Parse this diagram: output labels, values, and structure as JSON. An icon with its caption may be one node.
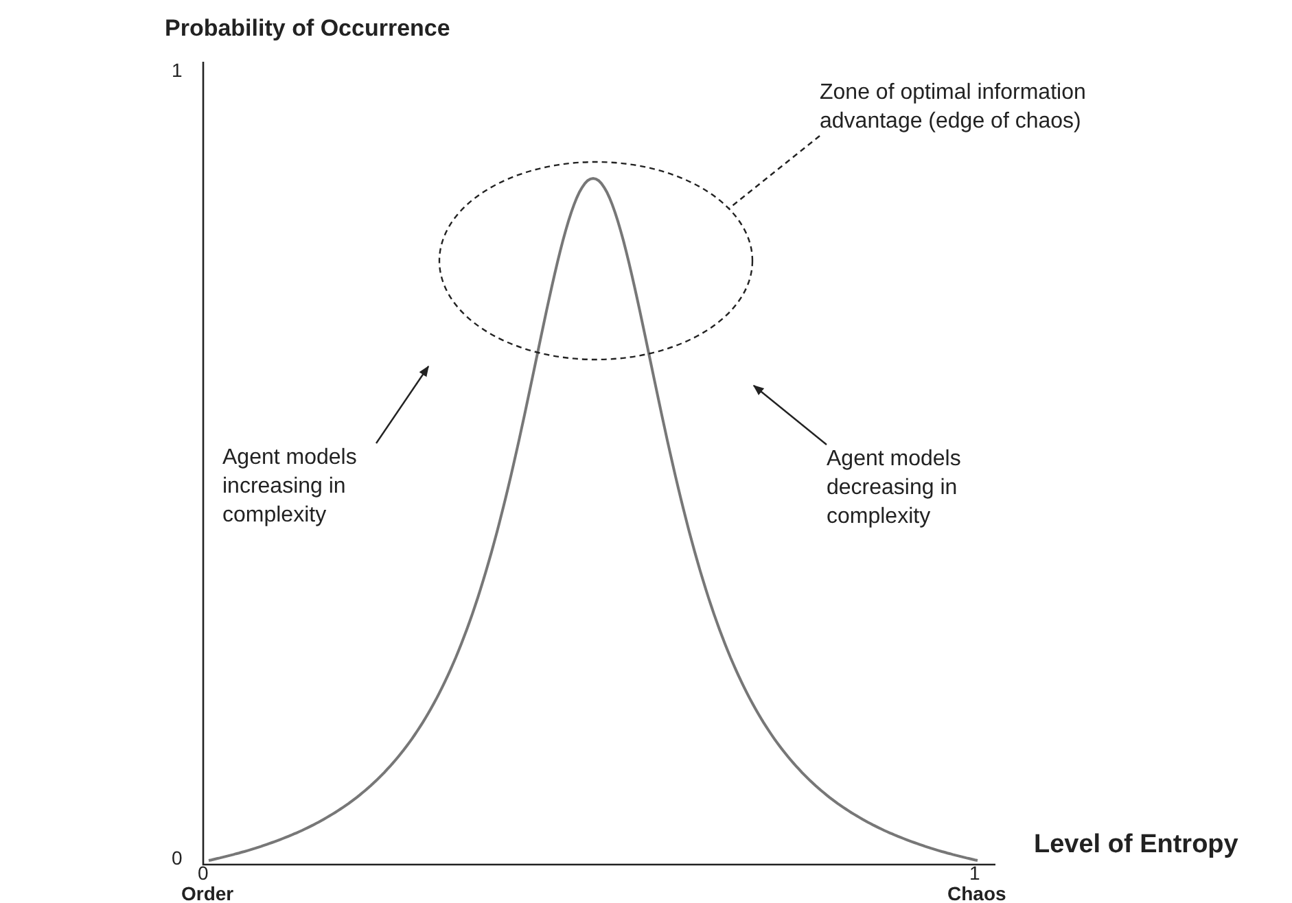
{
  "diagram": {
    "nodes": [
      {
        "text": [
          "Zone of optimal information advantage (edge of chaos)"
        ]
      },
      {
        "text": [],
        "shape": "ellipse"
      },
      {
        "text": [
          "Agent models increasing in complexity"
        ]
      },
      {
        "text": [
          "Agent models decreasing in complexity"
        ]
      }
    ],
    "edges": [
      {
        "from": 0,
        "to": 1,
        "arrow": "none",
        "style": "dashed"
      },
      {
        "from": 2,
        "to": null,
        "arrow": "to"
      },
      {
        "from": 3,
        "to": null,
        "arrow": "to"
      }
    ],
    "labels": [
      "Probability of Occurrence",
      "1",
      "0",
      "Level of Entropy",
      "0",
      "1",
      "Order",
      "Chaos"
    ]
  }
}
